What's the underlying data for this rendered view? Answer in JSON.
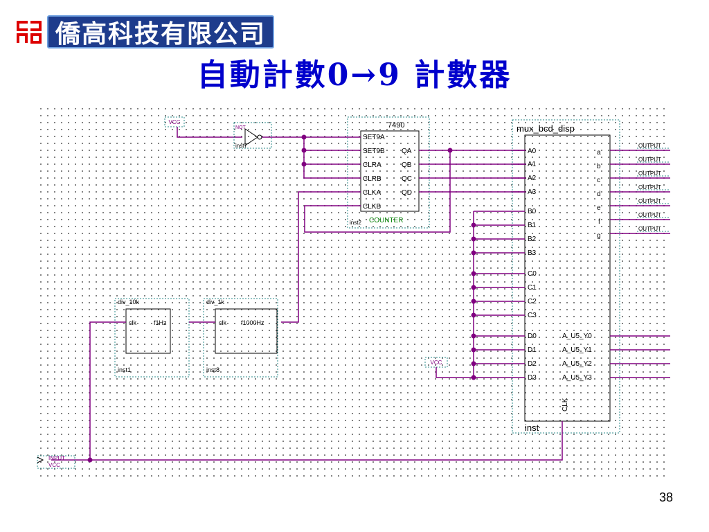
{
  "header": {
    "company": "僑高科技有限公司",
    "title": "自動計數0→9 計數器"
  },
  "page_number": "38",
  "colors": {
    "title": "#0000cc",
    "wire": "#800080",
    "logo_bg": "#1e3c8c",
    "logo_red": "#dd0000"
  },
  "schematic": {
    "vcc1": "VCC",
    "not_gate": {
      "type": "NOT",
      "inst": "inst7"
    },
    "counter": {
      "name": "7490",
      "inputs": [
        "SET9A",
        "SET9B",
        "CLRA",
        "CLRB",
        "CLKA",
        "CLKB"
      ],
      "outputs": [
        "QA",
        "QB",
        "QC",
        "QD"
      ],
      "inst": "inst2",
      "label": "COUNTER"
    },
    "mux": {
      "name": "mux_bcd_disp",
      "inputs": [
        "A0",
        "A1",
        "A2",
        "A3",
        "B0",
        "B1",
        "B2",
        "B3",
        "C0",
        "C1",
        "C2",
        "C3",
        "D0",
        "D1",
        "D2",
        "D3"
      ],
      "seg_outputs": [
        "a",
        "b",
        "c",
        "d",
        "e",
        "f",
        "g"
      ],
      "y_outputs": [
        "A_U5_Y0",
        "A_U5_Y1",
        "A_U5_Y2",
        "A_U5_Y3"
      ],
      "clk": "CLK",
      "inst": "inst"
    },
    "output_label": "OUTPUT",
    "div10k": {
      "name": "div_10k",
      "in": "clk",
      "out": "f1Hz",
      "inst": "inst1"
    },
    "div1k": {
      "name": "div_1k",
      "in": "clk",
      "out": "f1000Hz",
      "inst": "inst8"
    },
    "vcc2": "VCC",
    "input_pin": {
      "label": "INPUT",
      "sub": "VCC"
    }
  }
}
